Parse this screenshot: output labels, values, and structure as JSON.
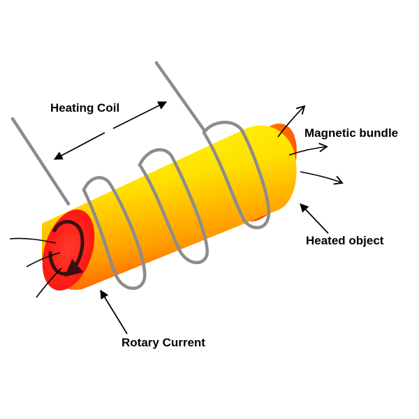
{
  "labels": {
    "heating_coil": "Heating Coil",
    "magnetic_bundle": "Magnetic bundle",
    "heated_object": "Heated object",
    "rotary_current": "Rotary Current"
  },
  "colors": {
    "cylinder_top": "#ffff00",
    "cylinder_mid": "#ffd200",
    "cylinder_bottom": "#ff6a00",
    "end_cap_face": "#ff1a1a",
    "far_end_cap": "#ff4500",
    "coil": "#8c8c8c",
    "arrows": "#000000",
    "rotary_loop": "#3a1010"
  }
}
